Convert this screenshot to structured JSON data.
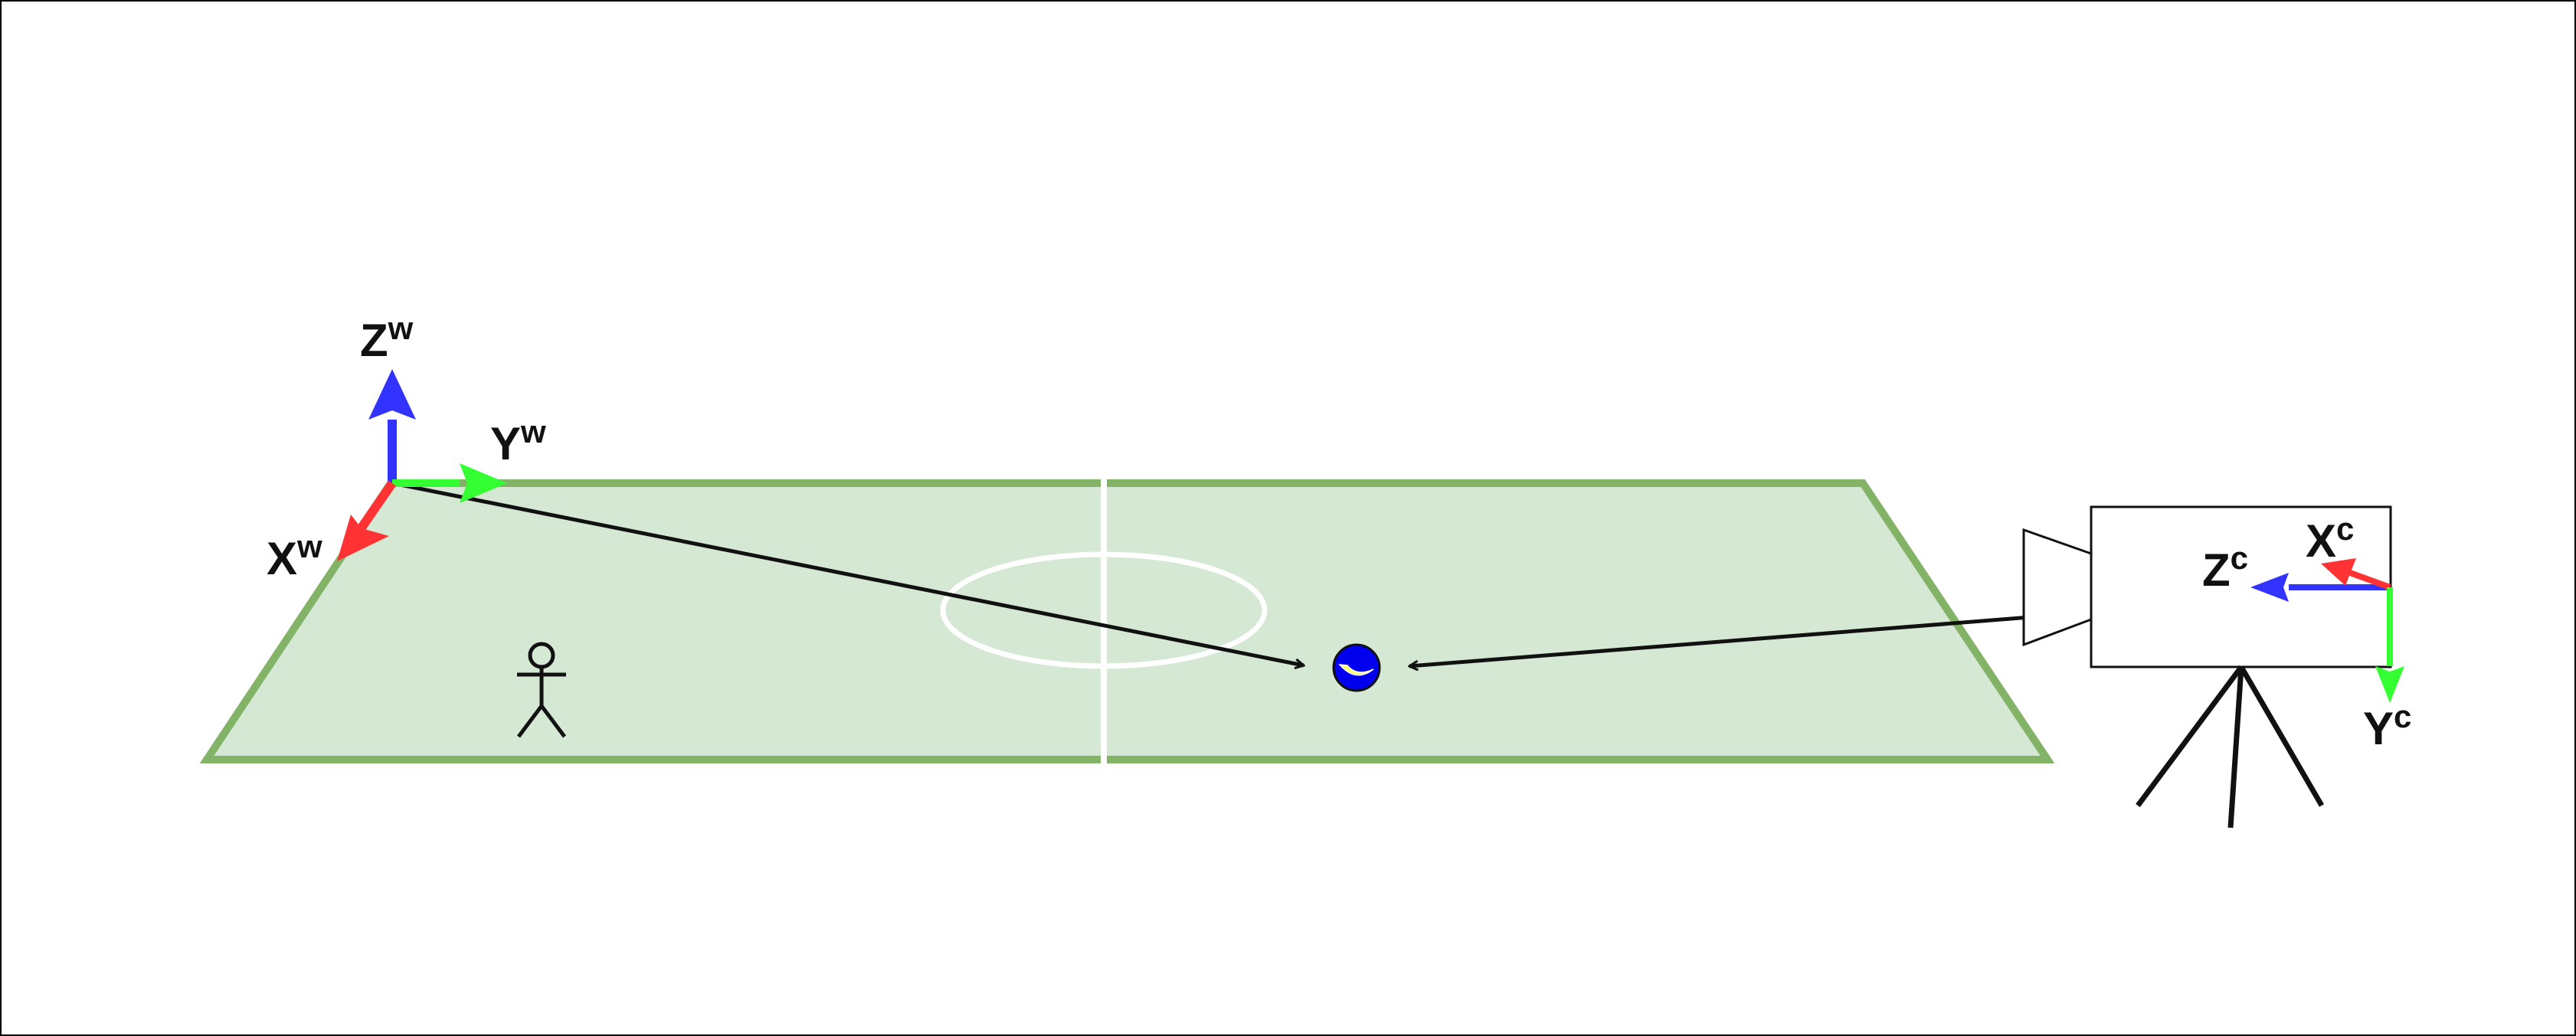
{
  "diagram": {
    "world_frame": {
      "z_axis": {
        "letter": "Z",
        "superscript": "w"
      },
      "y_axis": {
        "letter": "Y",
        "superscript": "w"
      },
      "x_axis": {
        "letter": "X",
        "superscript": "w"
      }
    },
    "camera_frame": {
      "z_axis": {
        "letter": "Z",
        "superscript": "c"
      },
      "x_axis": {
        "letter": "X",
        "superscript": "c"
      },
      "y_axis": {
        "letter": "Y",
        "superscript": "c"
      }
    },
    "colors": {
      "field_fill": "#d5e8d4",
      "field_border": "#82b366",
      "field_lines": "#ffffff",
      "x_axis": "#ff3333",
      "y_axis": "#33ff33",
      "z_axis": "#3333ff",
      "ball": "#0000ee",
      "ball_stripe": "#ffff66",
      "arrows": "#111111"
    }
  }
}
